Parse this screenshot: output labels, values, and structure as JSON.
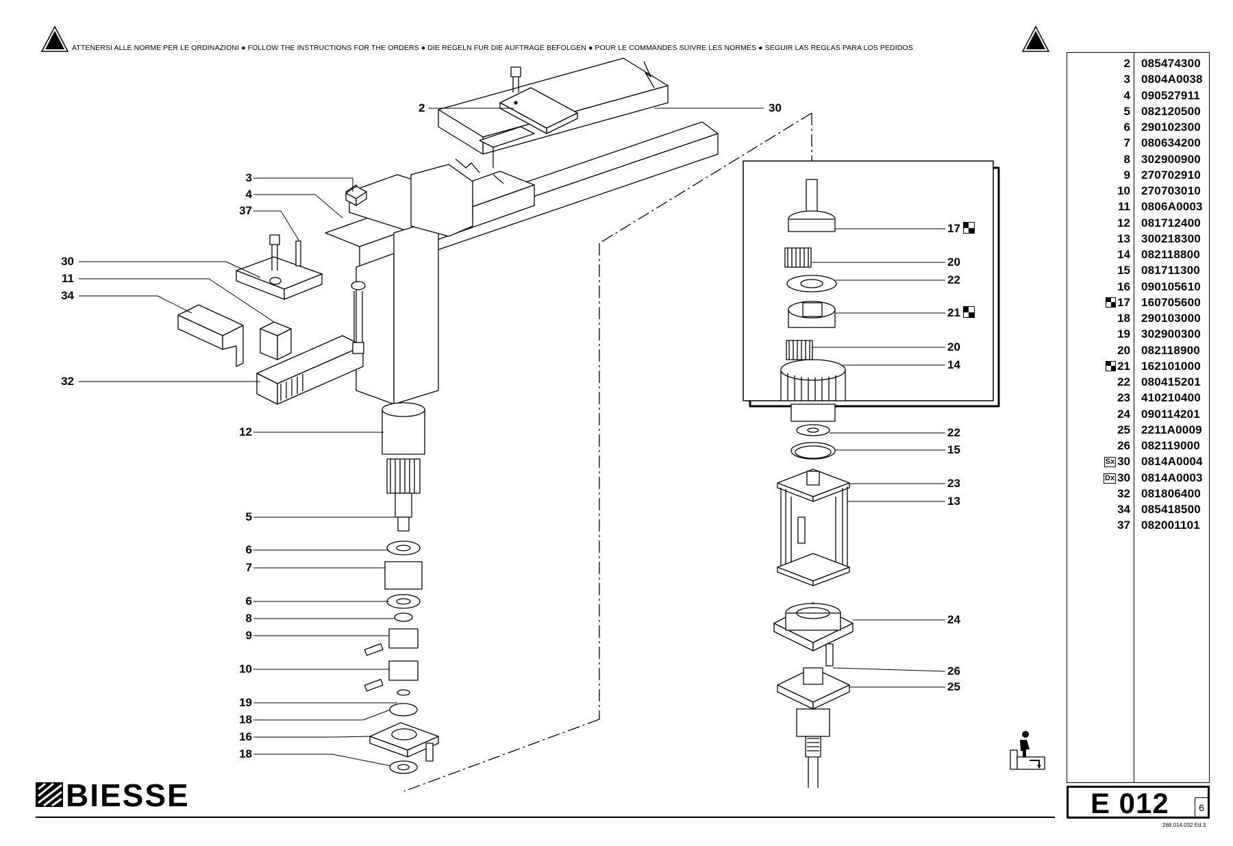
{
  "header": {
    "instructions": "ATTENERSI ALLE NORME PER LE ORDINAZIONI ● FOLLOW THE INSTRUCTIONS FOR THE ORDERS ● DIE REGELN FUR DIE AUFTRAGE BEFOLGEN ● POUR LE COMMANDES SUIVRE LES NORMES ● SEGUIR LAS REGLAS PARA LOS PEDIDOS"
  },
  "callouts": {
    "c2": "2",
    "c30_top": "30",
    "c3": "3",
    "c4": "4",
    "c37": "37",
    "c30_left": "30",
    "c11": "11",
    "c34": "34",
    "c32": "32",
    "c12": "12",
    "c5": "5",
    "c6a": "6",
    "c7": "7",
    "c6b": "6",
    "c8": "8",
    "c9": "9",
    "c10": "10",
    "c19": "19",
    "c18a": "18",
    "c16": "16",
    "c18b": "18",
    "c17": "17",
    "c20a": "20",
    "c22a": "22",
    "c21": "21",
    "c20b": "20",
    "c14": "14",
    "c22b": "22",
    "c15": "15",
    "c23": "23",
    "c13": "13",
    "c24": "24",
    "c26": "26",
    "c25": "25"
  },
  "parts_list": [
    {
      "pos": "2",
      "code": "085474300"
    },
    {
      "pos": "3",
      "code": "0804A0038"
    },
    {
      "pos": "4",
      "code": "090527911"
    },
    {
      "pos": "5",
      "code": "082120500"
    },
    {
      "pos": "6",
      "code": "290102300"
    },
    {
      "pos": "7",
      "code": "080634200"
    },
    {
      "pos": "8",
      "code": "302900900"
    },
    {
      "pos": "9",
      "code": "270702910"
    },
    {
      "pos": "10",
      "code": "270703010"
    },
    {
      "pos": "11",
      "code": "0806A0003"
    },
    {
      "pos": "12",
      "code": "081712400"
    },
    {
      "pos": "13",
      "code": "300218300"
    },
    {
      "pos": "14",
      "code": "082118800"
    },
    {
      "pos": "15",
      "code": "081711300"
    },
    {
      "pos": "16",
      "code": "090105610"
    },
    {
      "pos": "17",
      "code": "160705600"
    },
    {
      "pos": "18",
      "code": "290103000"
    },
    {
      "pos": "19",
      "code": "302900300"
    },
    {
      "pos": "20",
      "code": "082118900"
    },
    {
      "pos": "21",
      "code": "162101000"
    },
    {
      "pos": "22",
      "code": "080415201"
    },
    {
      "pos": "23",
      "code": "410210400"
    },
    {
      "pos": "24",
      "code": "090114201"
    },
    {
      "pos": "25",
      "code": "2211A0009"
    },
    {
      "pos": "26",
      "code": "082119000"
    },
    {
      "pos": "30",
      "code": "0814A0004",
      "tag": "Sx"
    },
    {
      "pos": "30",
      "code": "0814A0003",
      "tag": "Dx"
    },
    {
      "pos": "32",
      "code": "081806400"
    },
    {
      "pos": "34",
      "code": "085418500"
    },
    {
      "pos": "37",
      "code": "082001101"
    }
  ],
  "page_code": "E 012",
  "sheet_number": "6",
  "doc_ref": "268.014.032 Ed.3",
  "brand": "BIESSE"
}
